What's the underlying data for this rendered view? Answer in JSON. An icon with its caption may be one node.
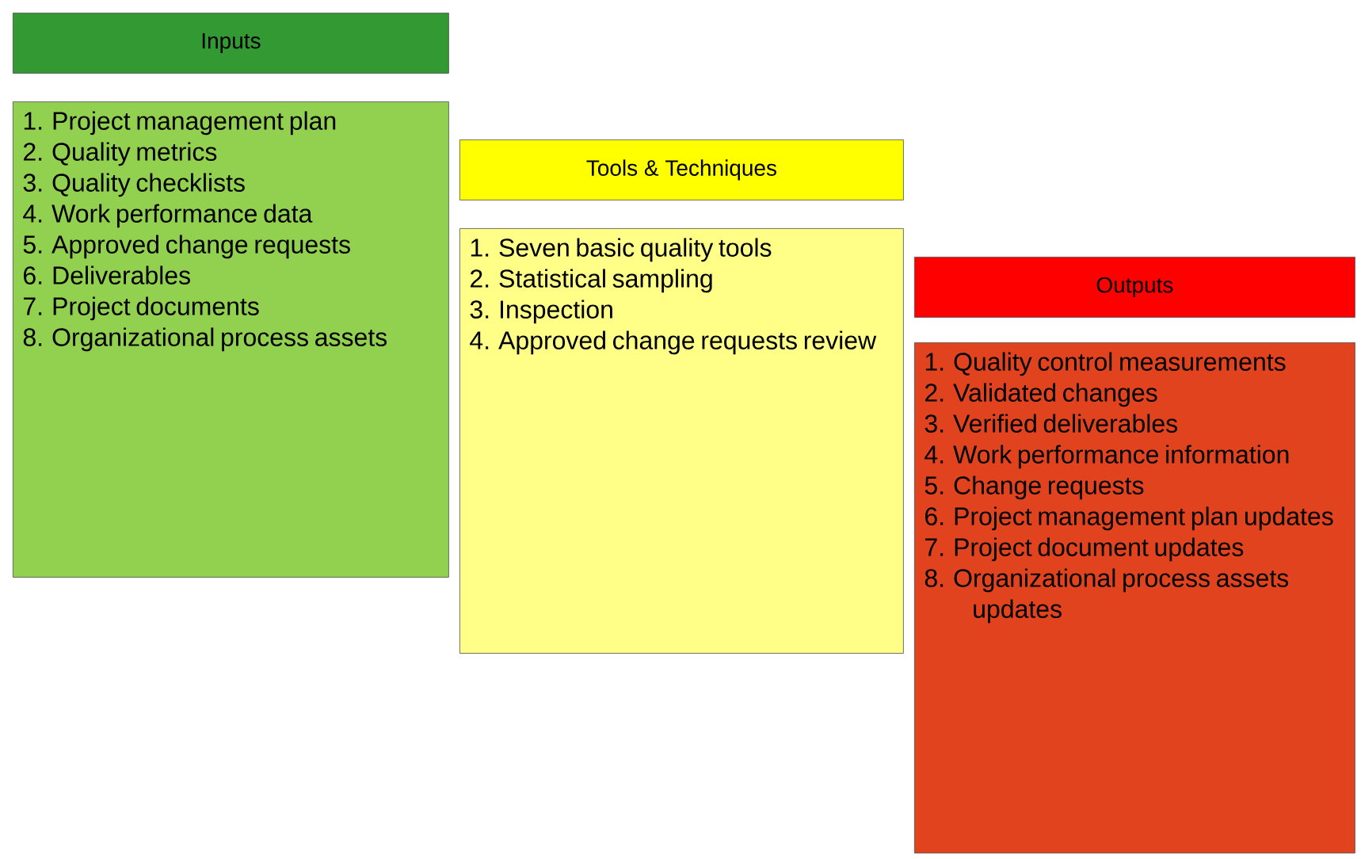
{
  "diagram": {
    "nodes": [
      {
        "text": [
          "Inputs"
        ]
      },
      {
        "text": [
          "1. Project management plan",
          "2. Quality metrics",
          "3. Quality checklists",
          "4. Work performance data",
          "5. Approved change requests",
          "6. Deliverables",
          "7. Project documents",
          "8. Organizational process assets"
        ]
      },
      {
        "text": [
          "Tools & Techniques"
        ]
      },
      {
        "text": [
          "1. Seven basic quality tools",
          "2. Statistical sampling",
          "3. Inspection",
          "4. Approved change requests review"
        ]
      },
      {
        "text": [
          "Outputs"
        ]
      },
      {
        "text": [
          "1. Quality control measurements",
          "2. Validated changes",
          "3. Verified deliverables",
          "4. Work performance information",
          "5. Change requests",
          "6. Project management plan updates",
          "7. Project document updates",
          "8. Organizational process assets updates"
        ]
      }
    ]
  }
}
